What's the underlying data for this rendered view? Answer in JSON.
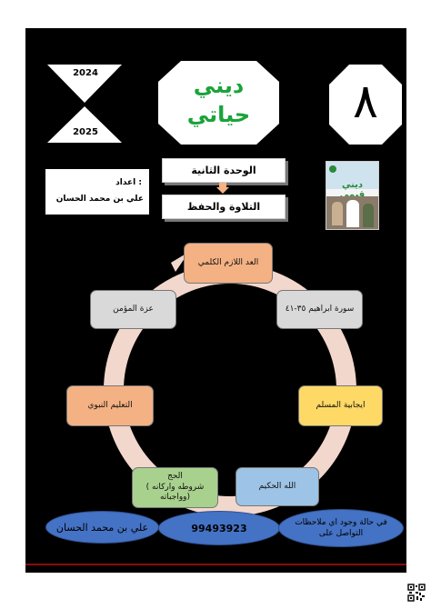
{
  "years": {
    "top": "2024",
    "bottom": "2025"
  },
  "title": {
    "line1": "ديني",
    "line2": "حياتي",
    "color": "#1aa33a"
  },
  "grade": "٨",
  "author": {
    "label": "اعداد :",
    "name": "علي بن محمد الحسان"
  },
  "unit": {
    "unit_label": "الوحدة الثانية",
    "topic": "التلاوة والحفظ"
  },
  "book_cover": {
    "title": "ديني قيمي"
  },
  "cycle": {
    "items": [
      {
        "label": "العد اللازم الكلمي",
        "color": "#f4b183"
      },
      {
        "label": "سورة ابراهيم ٣٥-٤١",
        "color": "#d9d9d9"
      },
      {
        "label": "ايجابية المسلم",
        "color": "#ffd966"
      },
      {
        "label": "الله الحكيم",
        "color": "#9dc3e6"
      },
      {
        "label_lines": [
          "الحج",
          "( شروطه واركانه",
          "وواجباته)"
        ],
        "color": "#a9d18e"
      },
      {
        "label": "التعليم النبوي",
        "color": "#f4b183"
      },
      {
        "label": "عزة المؤمن",
        "color": "#d9d9d9"
      }
    ]
  },
  "footer": {
    "name": "علي بن محمد الحسان",
    "phone": "99493923",
    "note_lines": [
      "في حالة وجود اي ملاحظات",
      "التواصل على"
    ]
  }
}
